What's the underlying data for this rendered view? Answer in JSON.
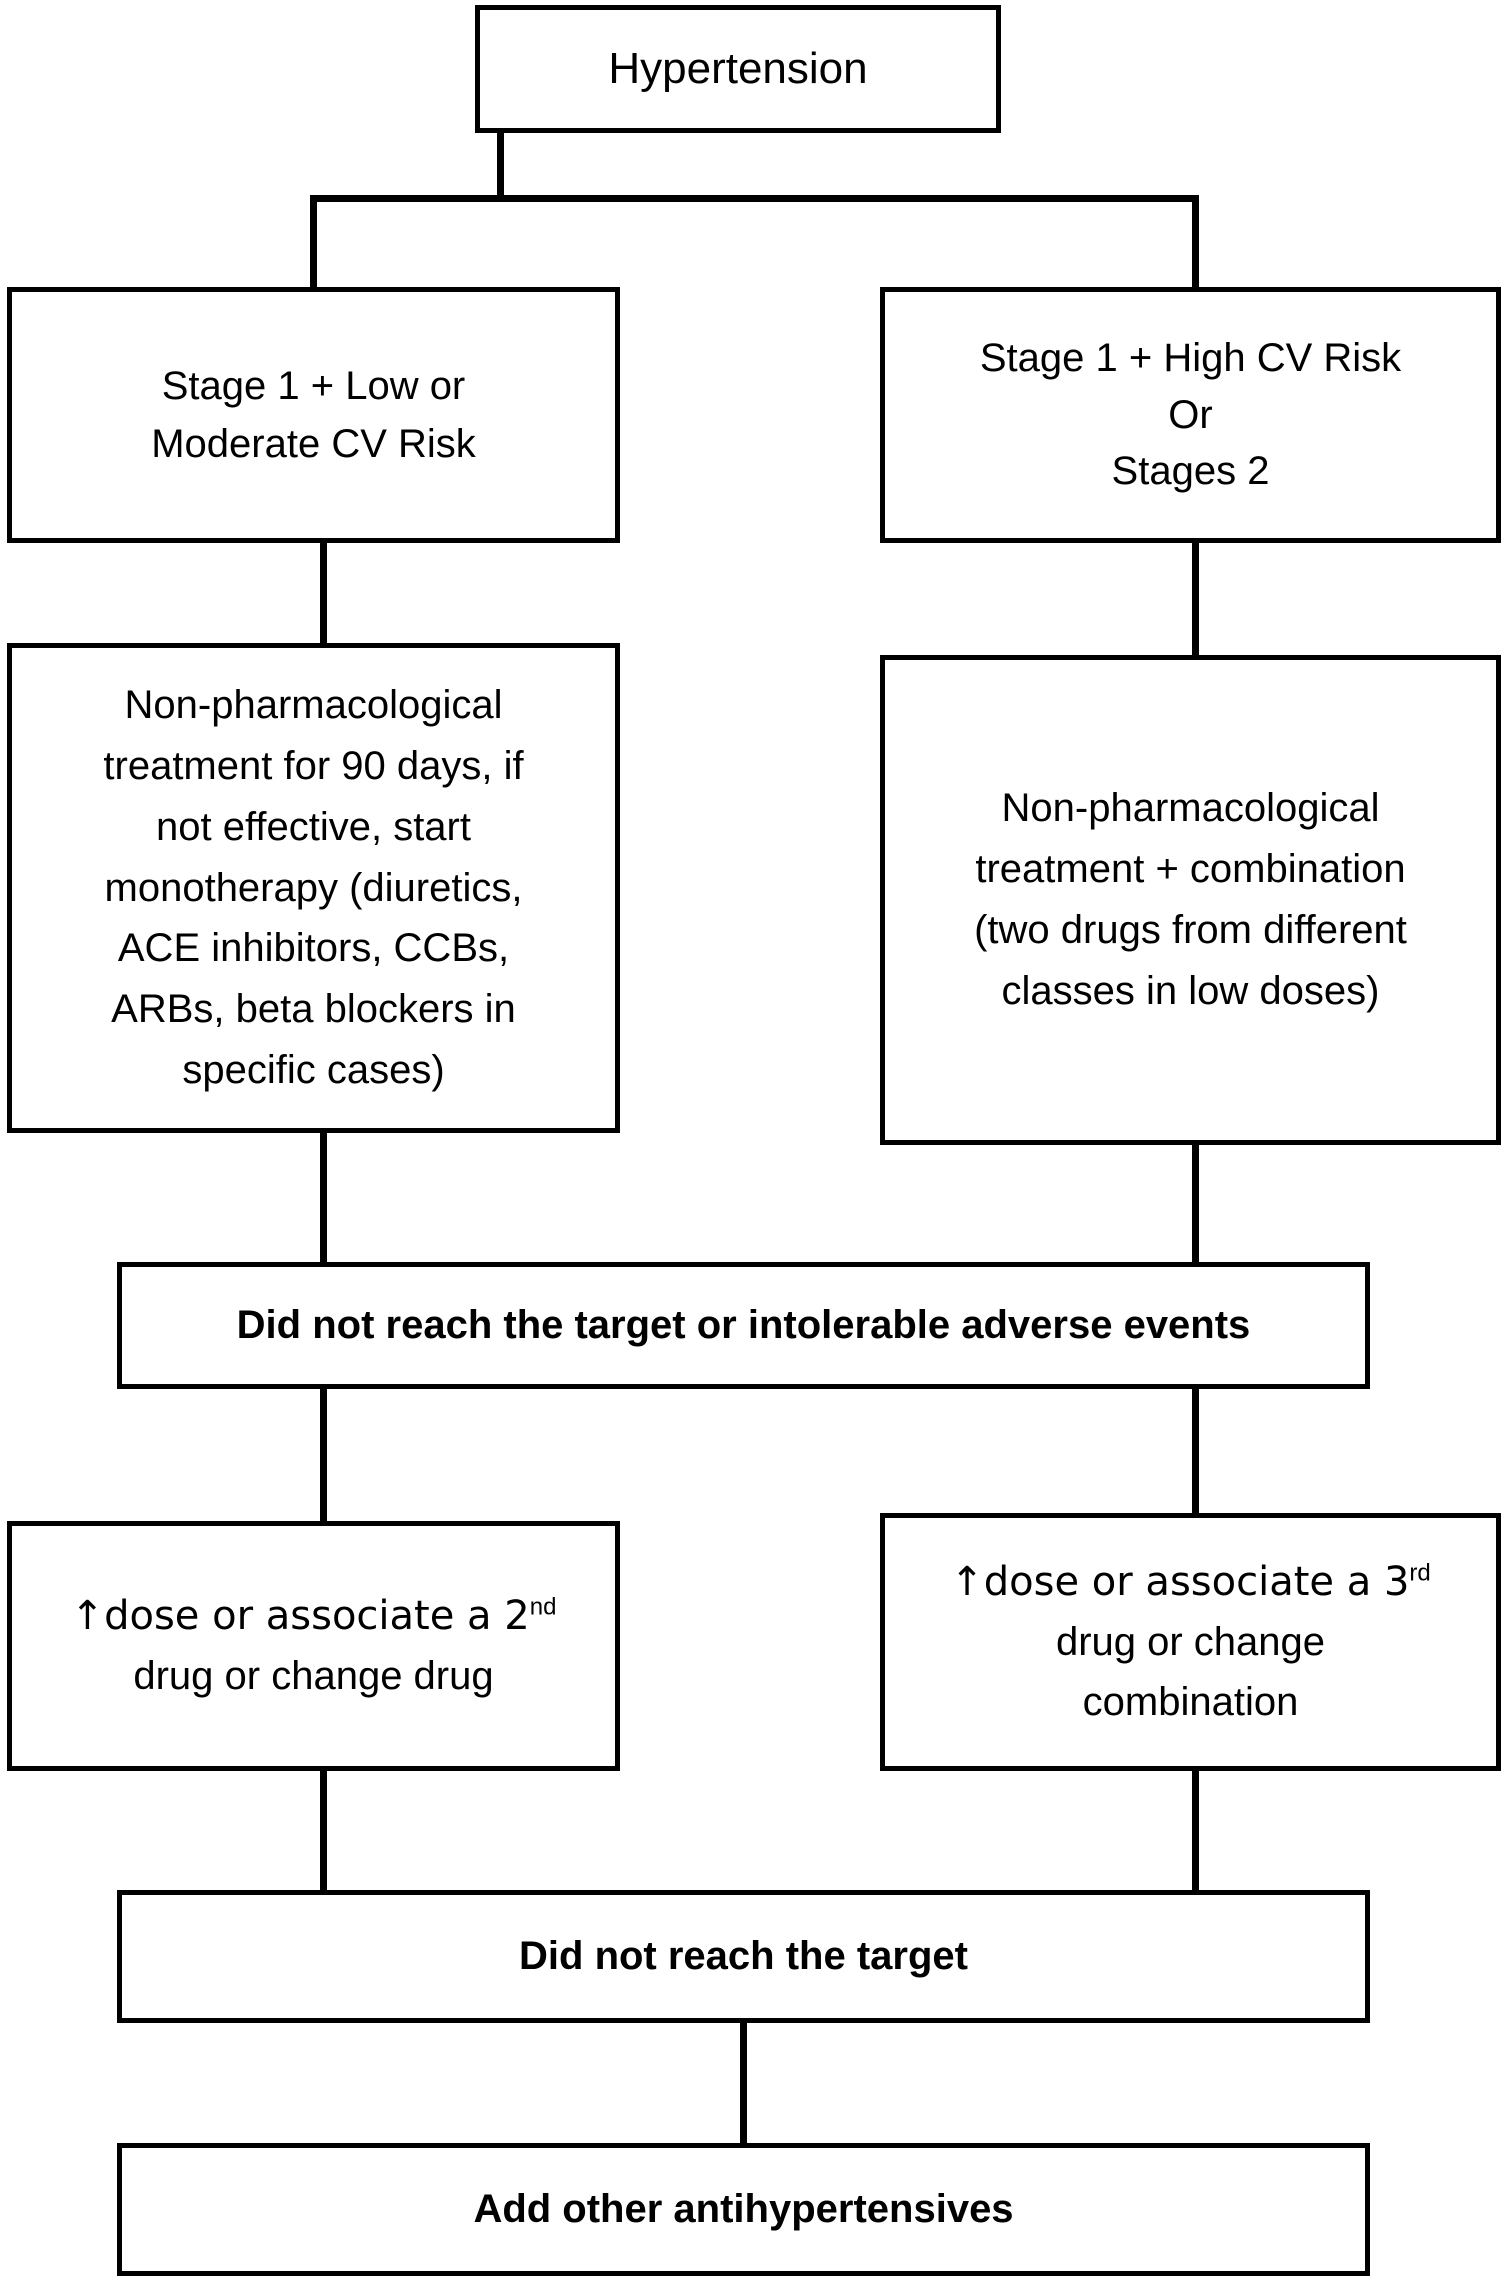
{
  "diagram": {
    "title": "Hypertension treatment algorithm flowchart",
    "style": {
      "line_color": "#000000",
      "box_fill": "#ffffff",
      "text_color": "#000000"
    },
    "nodes": {
      "hypertension": {
        "label": "Hypertension"
      },
      "stage_low": {
        "label": "Stage 1 + Low or\nModerate CV Risk"
      },
      "stage_high": {
        "label": "Stage 1 + High CV Risk\nOr\nStages 2"
      },
      "treat_mono": {
        "label": "Non-pharmacological\ntreatment for 90 days, if\nnot effective, start\nmonotherapy (diuretics,\nACE inhibitors, CCBs,\nARBs, beta blockers in\nspecific cases)"
      },
      "treat_combo": {
        "label": "Non-pharmacological\ntreatment + combination\n(two drugs from different\nclasses in low doses)"
      },
      "not_reach_ae": {
        "label": "Did not reach the target or intolerable adverse events"
      },
      "dose_2nd": {
        "line1_pre": "↑dose or associate a 2",
        "line1_sup": "nd",
        "line2": "drug or change drug"
      },
      "dose_3rd": {
        "line1_pre": "↑dose or associate a 3",
        "line1_sup": "rd",
        "line2": "drug or change",
        "line3": "combination"
      },
      "not_reach": {
        "label": "Did not reach the target"
      },
      "add_other": {
        "label": "Add other antihypertensives"
      }
    },
    "edges": [
      {
        "from": "hypertension",
        "to": "stage_low",
        "type": "split"
      },
      {
        "from": "hypertension",
        "to": "stage_high",
        "type": "split"
      },
      {
        "from": "stage_low",
        "to": "treat_mono",
        "type": "straight"
      },
      {
        "from": "stage_high",
        "to": "treat_combo",
        "type": "straight"
      },
      {
        "from": "treat_mono",
        "to": "not_reach_ae",
        "type": "straight"
      },
      {
        "from": "treat_combo",
        "to": "not_reach_ae",
        "type": "straight"
      },
      {
        "from": "not_reach_ae",
        "to": "dose_2nd",
        "type": "straight"
      },
      {
        "from": "not_reach_ae",
        "to": "dose_3rd",
        "type": "straight"
      },
      {
        "from": "dose_2nd",
        "to": "not_reach",
        "type": "straight"
      },
      {
        "from": "dose_3rd",
        "to": "not_reach",
        "type": "straight"
      },
      {
        "from": "not_reach",
        "to": "add_other",
        "type": "straight"
      }
    ]
  }
}
